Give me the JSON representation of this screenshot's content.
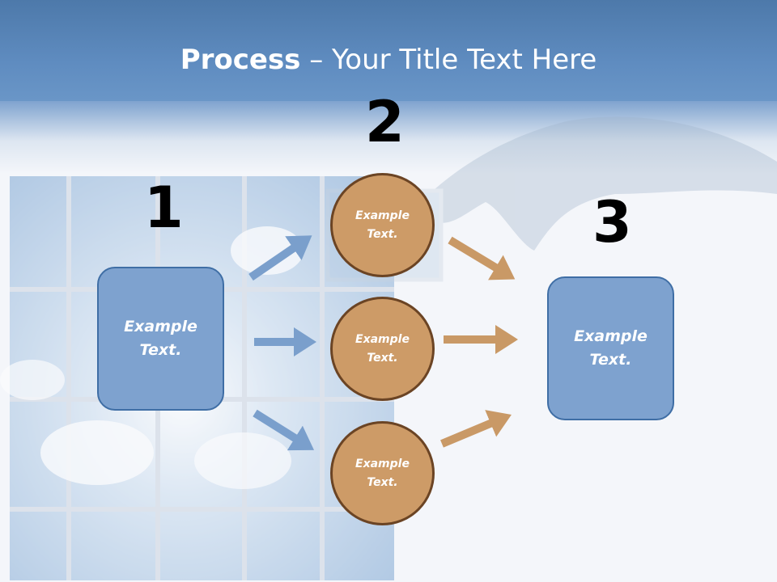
{
  "title": {
    "bold": "Process",
    "rest": " – Your Title Text Here"
  },
  "steps": [
    {
      "number": "1"
    },
    {
      "number": "2"
    },
    {
      "number": "3"
    }
  ],
  "boxes": {
    "left": "Example\nText.",
    "right": "Example\nText."
  },
  "circles": [
    "Example\nText.",
    "Example\nText.",
    "Example\nText."
  ],
  "colors": {
    "header": "#5f8cc0",
    "box_fill": "#7ea2cf",
    "box_border": "#3f6ea5",
    "circle_fill": "#cd9b67",
    "circle_border": "#6b4424",
    "arrow_blue": "#7a9fcc",
    "arrow_orange": "#c99966"
  }
}
